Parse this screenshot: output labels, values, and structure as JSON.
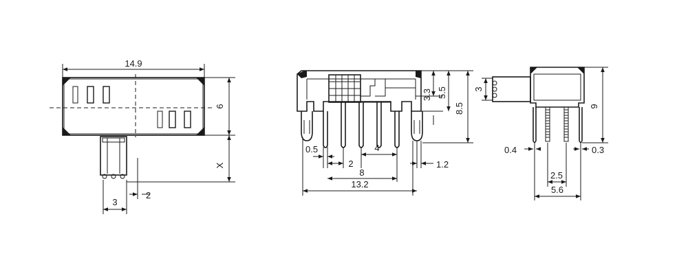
{
  "views": {
    "top": {
      "width": "14.9",
      "height": "6",
      "actuator": "X",
      "pitch": "3",
      "offset": "2"
    },
    "front": {
      "d_05": "0.5",
      "d_2": "2",
      "d_4": "4",
      "d_8": "8",
      "d_132": "13.2",
      "d_12": "1.2",
      "d_33": "3.3",
      "d_55": "5.5",
      "d_85": "8.5",
      "d_3": "3"
    },
    "side": {
      "d_04": "0.4",
      "d_03": "0.3",
      "d_25": "2.5",
      "d_56": "5.6",
      "d_9": "9"
    }
  }
}
